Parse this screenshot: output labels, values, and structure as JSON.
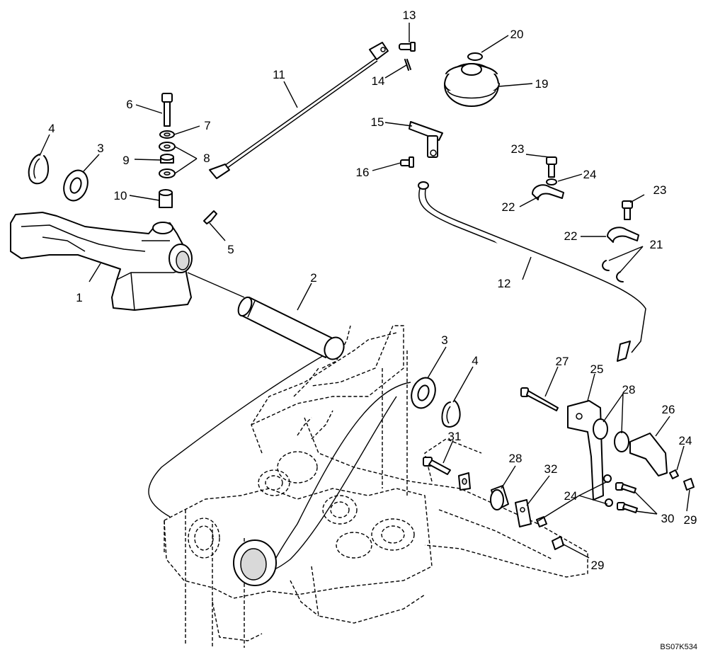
{
  "drawing_code": "BS07K534",
  "callouts": {
    "c1": "1",
    "c2": "2",
    "c3a": "3",
    "c3b": "3",
    "c4a": "4",
    "c4b": "4",
    "c5": "5",
    "c6": "6",
    "c7": "7",
    "c8": "8",
    "c9": "9",
    "c10": "10",
    "c11": "11",
    "c12": "12",
    "c13": "13",
    "c14": "14",
    "c15": "15",
    "c16": "16",
    "c19": "19",
    "c20": "20",
    "c21": "21",
    "c22a": "22",
    "c22b": "22",
    "c23a": "23",
    "c23b": "23",
    "c24a": "24",
    "c24b": "24",
    "c24c": "24",
    "c25": "25",
    "c26": "26",
    "c27": "27",
    "c28a": "28",
    "c28b": "28",
    "c29a": "29",
    "c29b": "29",
    "c30": "30",
    "c31": "31",
    "c32": "32"
  }
}
